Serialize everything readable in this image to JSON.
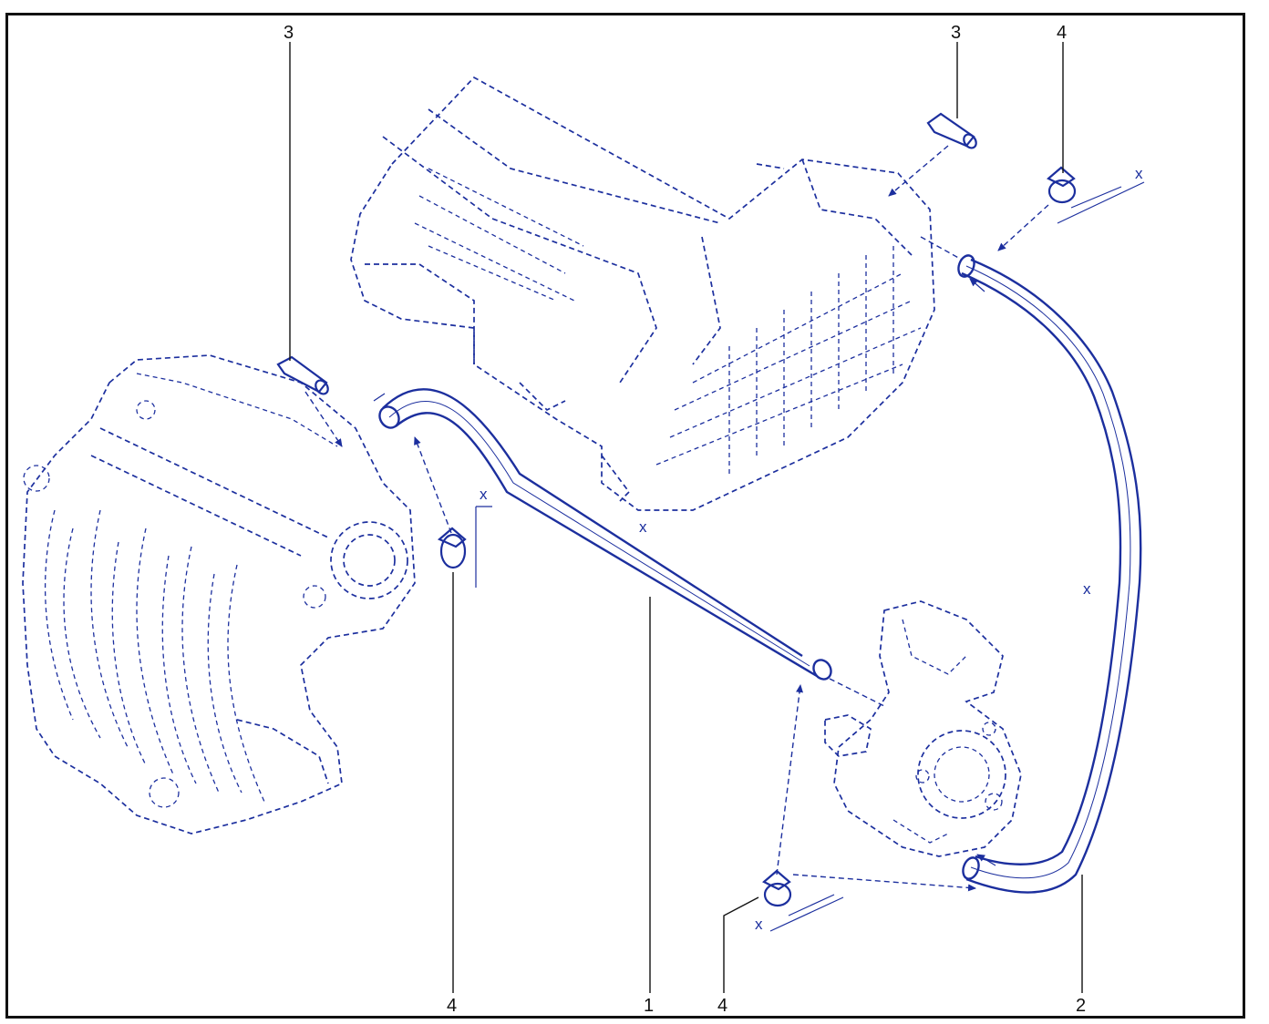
{
  "diagram": {
    "callouts": {
      "hose_1": "1",
      "hose_2": "2",
      "screw_left": "3",
      "screw_right": "3",
      "clamp_left": "4",
      "clamp_bottom": "4",
      "clamp_top_right": "4"
    },
    "dimension_marks": {
      "hose_1_mark": "x",
      "hose_2_mark": "x",
      "clamp_left_mark": "x",
      "clamp_bottom_mark": "x",
      "clamp_top_right_mark": "x"
    },
    "colors": {
      "line_art": "#1c2f9e",
      "frame": "#111111",
      "background": "#ffffff"
    }
  }
}
